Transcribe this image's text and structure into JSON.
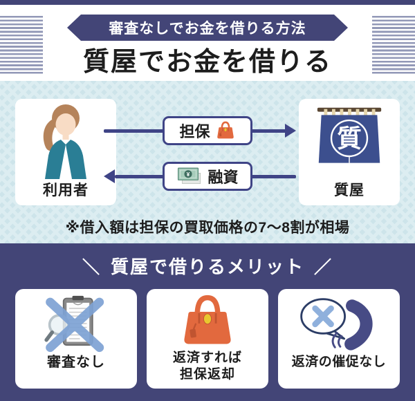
{
  "header": {
    "badge_label": "審査なしでお金を借りる方法",
    "title": "質屋でお金を借りる"
  },
  "flow": {
    "user": {
      "label": "利用者"
    },
    "shop": {
      "label": "質屋",
      "symbol": "質"
    },
    "collateral": {
      "label": "担保"
    },
    "loan": {
      "label": "融資",
      "currency_symbol": "¥"
    },
    "note": "※借入額は担保の買取価格の7〜8割が相場"
  },
  "merits": {
    "decor_left": "＼",
    "heading": "質屋で借りるメリット",
    "decor_right": "／",
    "items": [
      {
        "lines": [
          "審査なし"
        ],
        "icon": "no-screening-icon"
      },
      {
        "lines": [
          "返済すれば",
          "担保返却"
        ],
        "icon": "collateral-return-bag-icon"
      },
      {
        "lines": [
          "返済の催促なし"
        ],
        "icon": "no-call-icon"
      }
    ]
  },
  "colors": {
    "navy": "#434577",
    "arrow_navy": "#3f4486",
    "stripe": "#9298b7",
    "light_blue_bg": "#cde4ea",
    "orange": "#e2693e",
    "teal_jacket": "#2a7e95",
    "noren_blue": "#3c4f8e",
    "cross_blue": "#7ea2d4",
    "money_green": "#a7cdbb"
  }
}
